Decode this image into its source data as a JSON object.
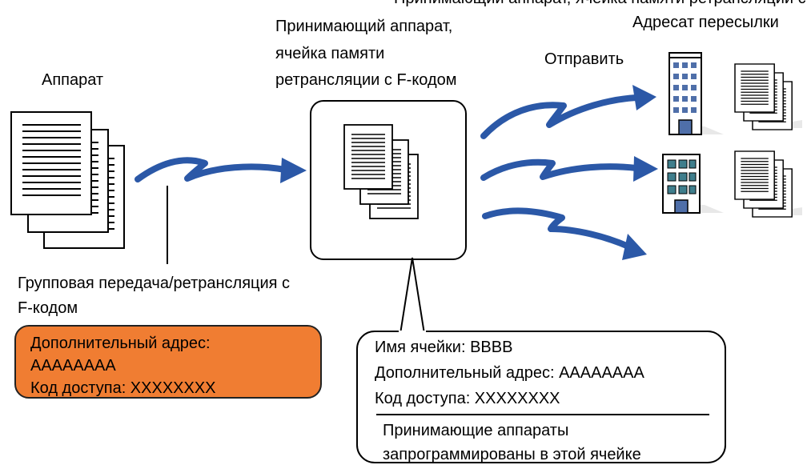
{
  "top_partial_text": "Принимающий аппарат, ячейка памяти ретрансляции с F-кодом",
  "labels": {
    "device": "Аппарат",
    "relay_line1": "Принимающий аппарат,",
    "relay_line2": "ячейка памяти",
    "relay_line3": "ретрансляции с F-кодом",
    "send": "Отправить",
    "recipients": "Адресат пересылки",
    "broadcast_line1": "Групповая передача/ретрансляция с",
    "broadcast_line2": "F-кодом"
  },
  "sender_box": {
    "line1": "Дополнительный адрес:",
    "line2": "AAAAAAAA",
    "line3": "Код доступа: XXXXXXXX"
  },
  "callout": {
    "box_name": "Имя ячейки: BBBB",
    "sub_address": "Дополнительный адрес: AAAAAAAA",
    "passcode": "Код доступа: XXXXXXXX",
    "note_line1": "Принимающие аппараты",
    "note_line2": "запрограммированы в этой ячейке"
  },
  "colors": {
    "arrow": "#2b58a7",
    "sender_box_fill": "#f07d32",
    "building_window": "#4f6fa9",
    "building_window_alt": "#3f7e8c"
  }
}
